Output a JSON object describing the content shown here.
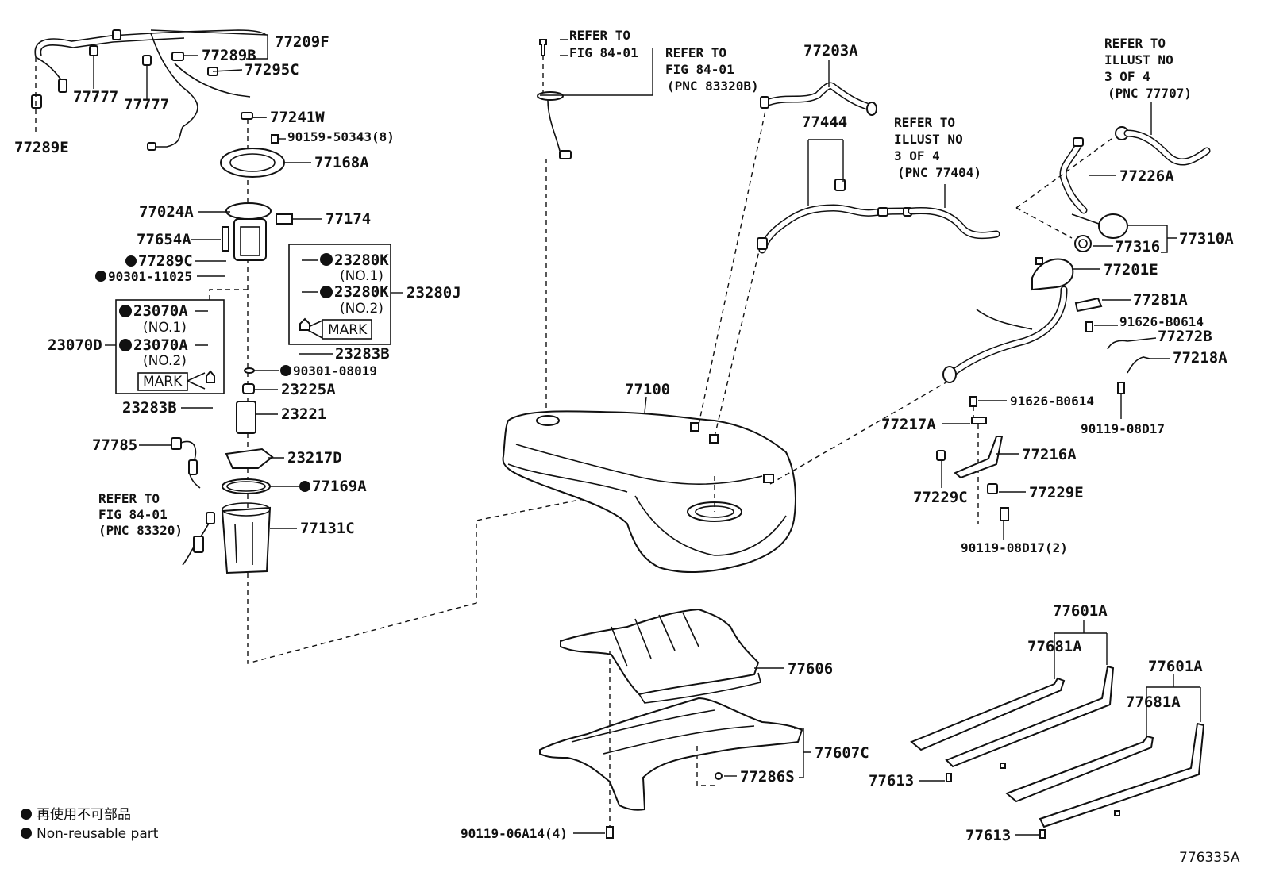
{
  "diagram_id": "776335A",
  "legend": {
    "jp": "再使用不可部品",
    "en": "Non-reusable part"
  },
  "refs": {
    "fig_84_01_a": [
      "REFER TO",
      "FIG 84-01"
    ],
    "fig_84_01_b": [
      "REFER TO",
      "FIG 84-01",
      "(PNC 83320B)"
    ],
    "fig_84_01_c": [
      "REFER TO",
      "FIG 84-01",
      "(PNC 83320)"
    ],
    "illust_77404": [
      "REFER TO",
      "ILLUST NO",
      "3 OF 4",
      "(PNC 77404)"
    ],
    "illust_77707": [
      "REFER TO",
      "ILLUST NO",
      "3 OF 4",
      "(PNC 77707)"
    ]
  },
  "parts": {
    "p77209F": "77209F",
    "p77289B": "77289B",
    "p77295C": "77295C",
    "p77777a": "77777",
    "p77777b": "77777",
    "p77289E": "77289E",
    "p77241W": "77241W",
    "p90159": "90159-50343(8)",
    "p77168A": "77168A",
    "p77024A": "77024A",
    "p77174": "77174",
    "p77654A": "77654A",
    "p77289C": "77289C",
    "p90301_11025": "90301-11025",
    "p23280K_1": "23280K",
    "p23280K_1n": "(NO.1)",
    "p23280K_2": "23280K",
    "p23280K_2n": "(NO.2)",
    "p23280J": "23280J",
    "mark1": "MARK",
    "p23070A_1": "23070A",
    "p23070A_1n": "(NO.1)",
    "p23070A_2": "23070A",
    "p23070A_2n": "(NO.2)",
    "p23070D": "23070D",
    "mark2": "MARK",
    "p23283B_a": "23283B",
    "p23283B_b": "23283B",
    "p90301_08019": "90301-08019",
    "p23225A": "23225A",
    "p23221": "23221",
    "p77785": "77785",
    "p23217D": "23217D",
    "p77169A": "77169A",
    "p77131C": "77131C",
    "p77100": "77100",
    "p77203A": "77203A",
    "p77444": "77444",
    "p77226A": "77226A",
    "p77310A": "77310A",
    "p77316": "77316",
    "p77201E": "77201E",
    "p77281A": "77281A",
    "p91626_a": "91626-B0614",
    "p77272B": "77272B",
    "p77218A": "77218A",
    "p90119_08D17": "90119-08D17",
    "p91626_b": "91626-B0614",
    "p77217A": "77217A",
    "p77216A": "77216A",
    "p77229C": "77229C",
    "p77229E": "77229E",
    "p90119_08D17_2": "90119-08D17(2)",
    "p77606": "77606",
    "p77607C": "77607C",
    "p77286S": "77286S",
    "p90119_06A14": "90119-06A14(4)",
    "p77601A_a": "77601A",
    "p77681A_a": "77681A",
    "p77613_a": "77613",
    "p77601A_b": "77601A",
    "p77681A_b": "77681A",
    "p77613_b": "77613"
  }
}
